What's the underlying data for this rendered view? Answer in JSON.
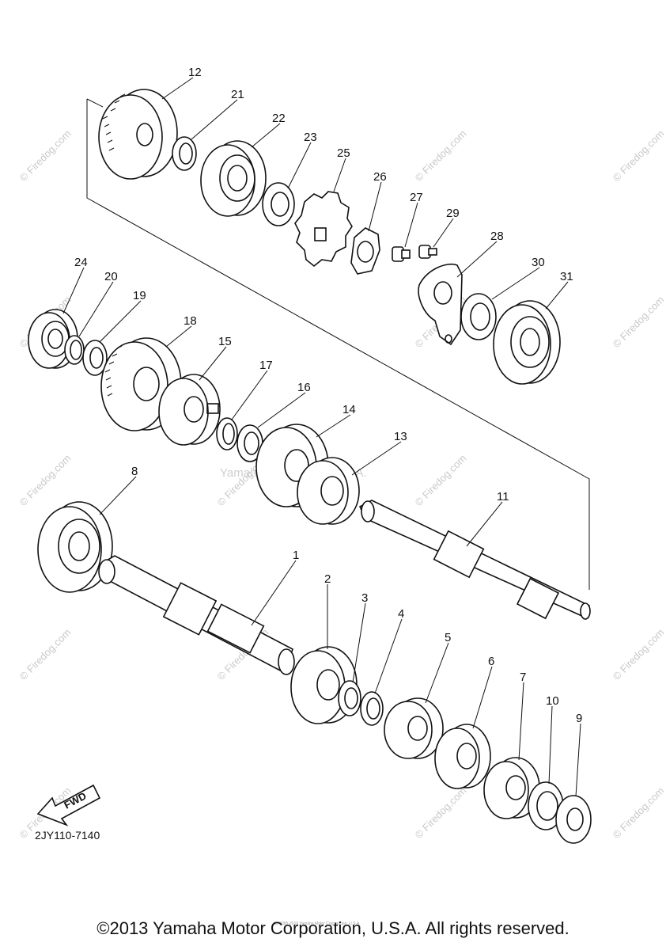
{
  "diagram": {
    "part_numbers": [
      "1",
      "2",
      "3",
      "4",
      "5",
      "6",
      "7",
      "8",
      "9",
      "10",
      "11",
      "12",
      "13",
      "14",
      "15",
      "16",
      "17",
      "18",
      "19",
      "20",
      "21",
      "22",
      "23",
      "24",
      "25",
      "26",
      "27",
      "28",
      "29",
      "30",
      "31"
    ],
    "diagram_code": "2JY110-7140",
    "fwd_label": "FWD"
  },
  "watermark": {
    "text": "© Firedog.com",
    "center_text": "Yamaha Motor Corp, U.S.A."
  },
  "footer": {
    "copyright": "©2013 Yamaha Motor Corporation, U.S.A. All rights reserved.",
    "small_print": "(c) 2005-2016 Yamaha Motor Corporation, U.S.A."
  }
}
